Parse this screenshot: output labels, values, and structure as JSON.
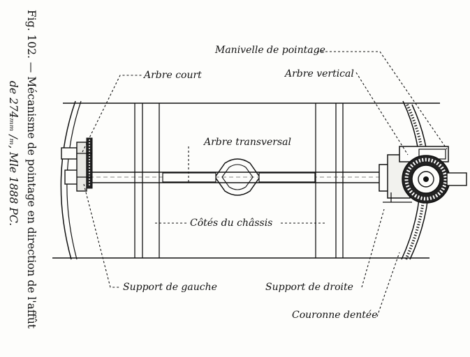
{
  "caption": {
    "line1": "Fig. 102. — Mécanisme de pointage en direction de l'affût",
    "line2": "de 274ₘₘ /ₘ, Mle 1888 PC."
  },
  "labels": {
    "manivelle": "Manivelle de pointage",
    "arbre_court": "Arbre court",
    "arbre_vertical": "Arbre vertical",
    "arbre_transversal": "Arbre transversal",
    "cotes_chassis": "Côtés du châssis",
    "support_gauche": "Support de gauche",
    "support_droite": "Support de droite",
    "couronne": "Couronne dentée"
  }
}
